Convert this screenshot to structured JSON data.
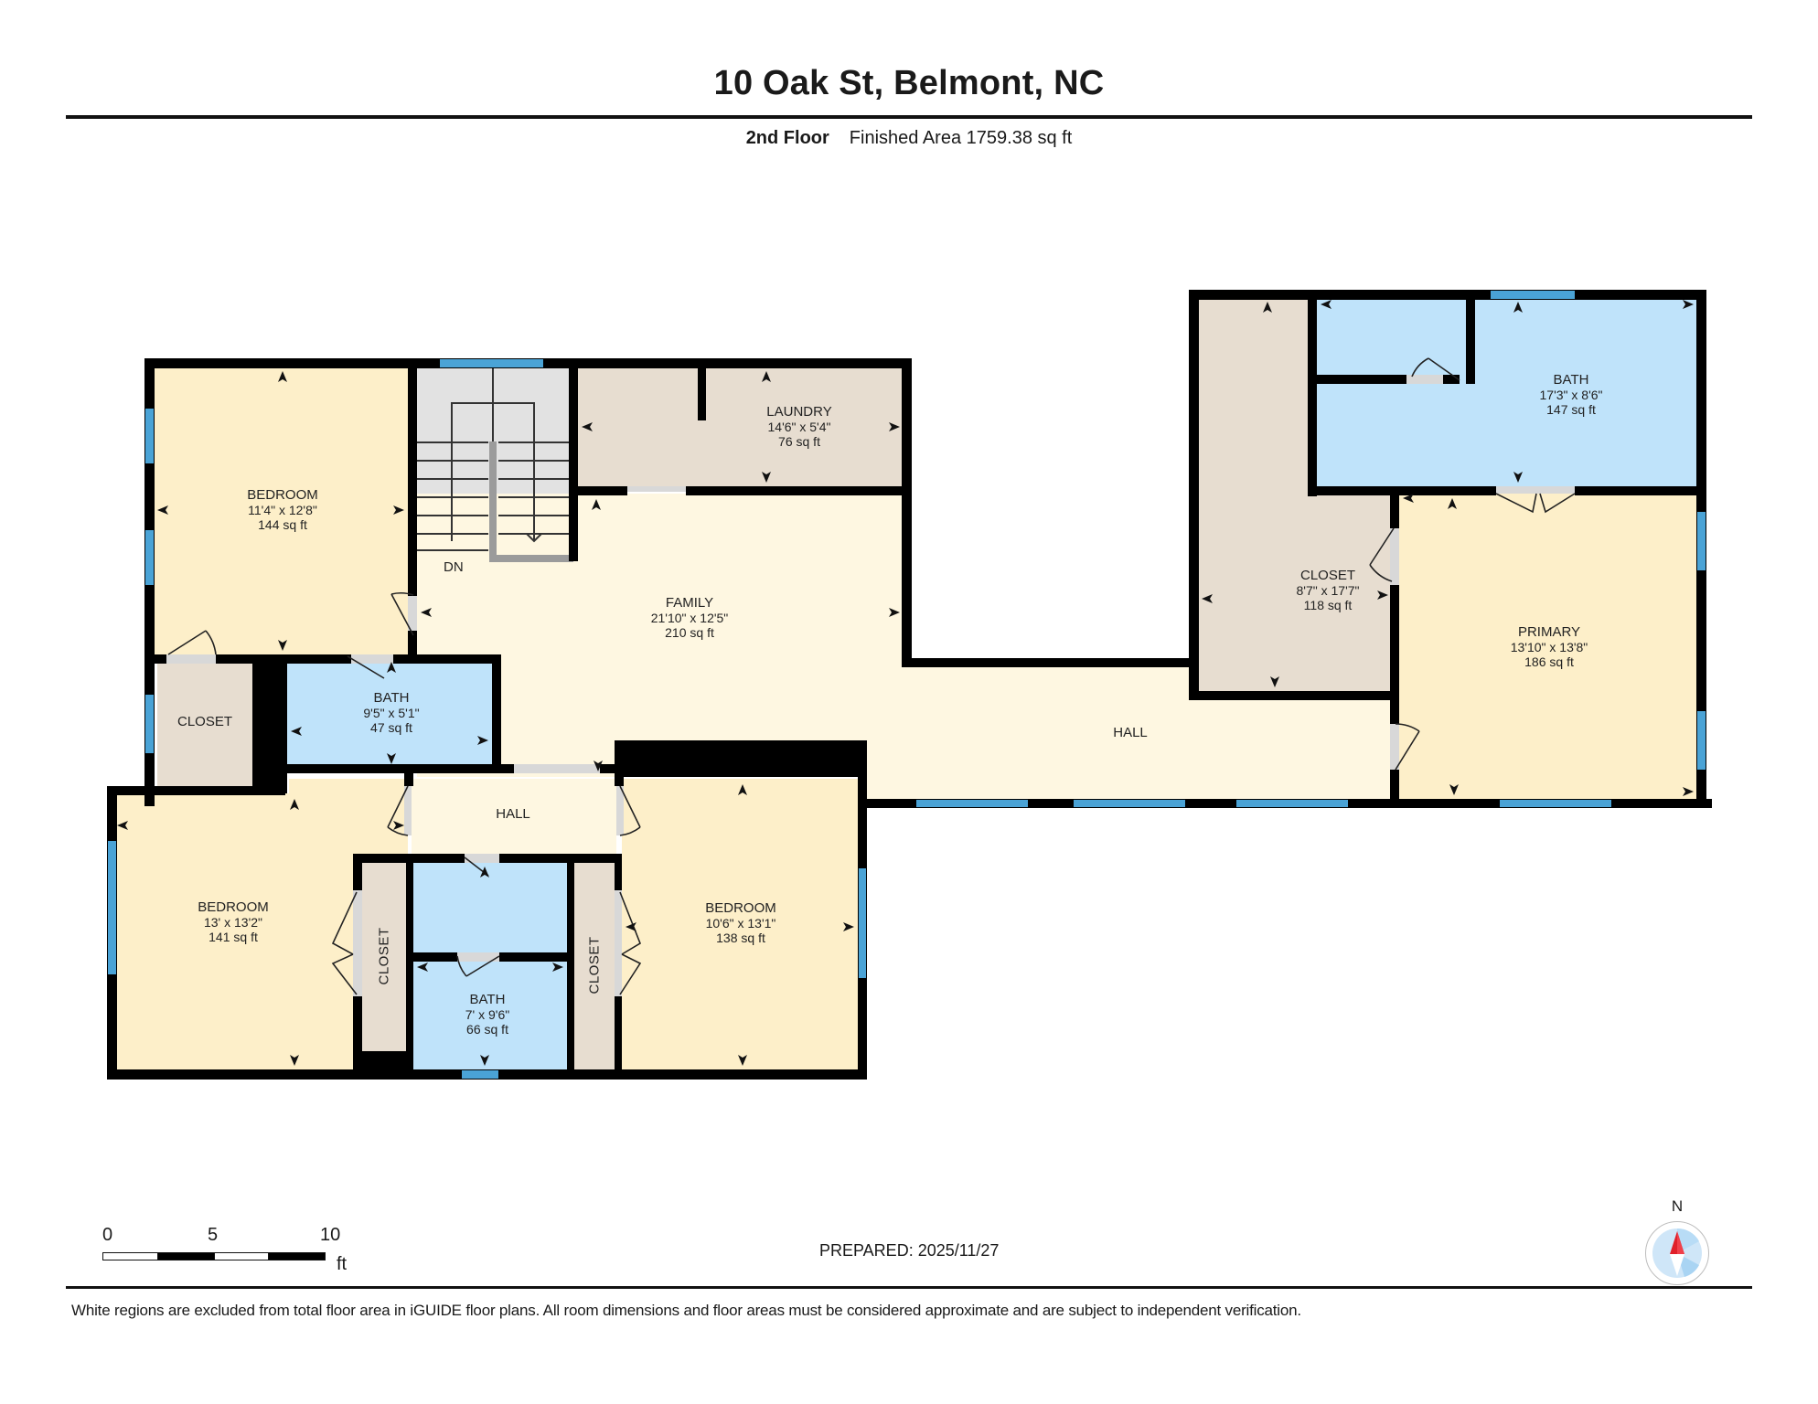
{
  "header": {
    "address": "10 Oak St, Belmont, NC",
    "floor": "2nd Floor",
    "finished_area": "Finished Area 1759.38 sq ft"
  },
  "rooms": {
    "bedroom1": {
      "name": "BEDROOM",
      "dims": "11'4\" x 12'8\"",
      "area": "144 sq ft"
    },
    "laundry": {
      "name": "LAUNDRY",
      "dims": "14'6\" x 5'4\"",
      "area": "76 sq ft"
    },
    "family": {
      "name": "FAMILY",
      "dims": "21'10\" x 12'5\"",
      "area": "210 sq ft"
    },
    "bath_small": {
      "name": "BATH",
      "dims": "9'5\" x 5'1\"",
      "area": "47 sq ft"
    },
    "closet_left": {
      "name": "CLOSET"
    },
    "hall_small": {
      "name": "HALL"
    },
    "bedroom2": {
      "name": "BEDROOM",
      "dims": "13' x 13'2\"",
      "area": "141 sq ft"
    },
    "closet_b2": {
      "name": "CLOSET"
    },
    "bath_mid": {
      "name": "BATH",
      "dims": "7' x 9'6\"",
      "area": "66 sq ft"
    },
    "closet_b3": {
      "name": "CLOSET"
    },
    "bedroom3": {
      "name": "BEDROOM",
      "dims": "10'6\" x 13'1\"",
      "area": "138 sq ft"
    },
    "hall_main": {
      "name": "HALL"
    },
    "closet_walkin": {
      "name": "CLOSET",
      "dims": "8'7\" x 17'7\"",
      "area": "118 sq ft"
    },
    "bath_primary": {
      "name": "BATH",
      "dims": "17'3\" x 8'6\"",
      "area": "147 sq ft"
    },
    "primary": {
      "name": "PRIMARY",
      "dims": "13'10\" x 13'8\"",
      "area": "186 sq ft"
    }
  },
  "stairs": {
    "label": "DN"
  },
  "scale_bar": {
    "ticks": [
      "0",
      "5",
      "10"
    ],
    "unit": "ft"
  },
  "compass": {
    "label": "N"
  },
  "prepared": "PREPARED: 2025/11/27",
  "footer": {
    "disclaimer": "White regions are excluded from total floor area in iGUIDE floor plans. All room dimensions and floor areas must be considered approximate and are subject to independent verification."
  },
  "colors": {
    "bedroom": "#fdefc9",
    "family_hall": "#fef7e1",
    "bath": "#bfe3fa",
    "closet": "#e7ddd0",
    "stairs": "#e2e2e2",
    "wall": "#000000",
    "window": "#4aa3d6",
    "compass_red": "#e0202a"
  }
}
